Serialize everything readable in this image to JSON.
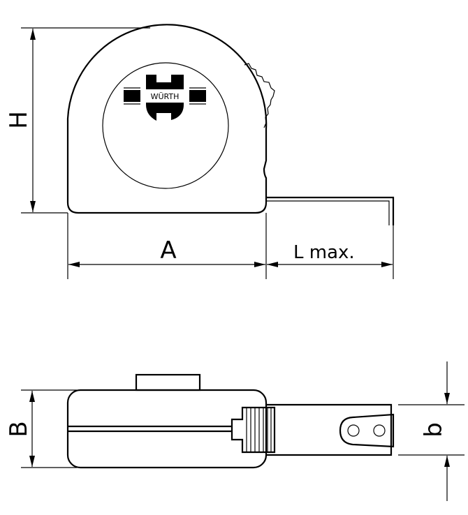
{
  "labels": {
    "height": "H",
    "width": "A",
    "length": "L max.",
    "depth": "B",
    "tape_width": "b"
  },
  "logo": "WÜRTH"
}
